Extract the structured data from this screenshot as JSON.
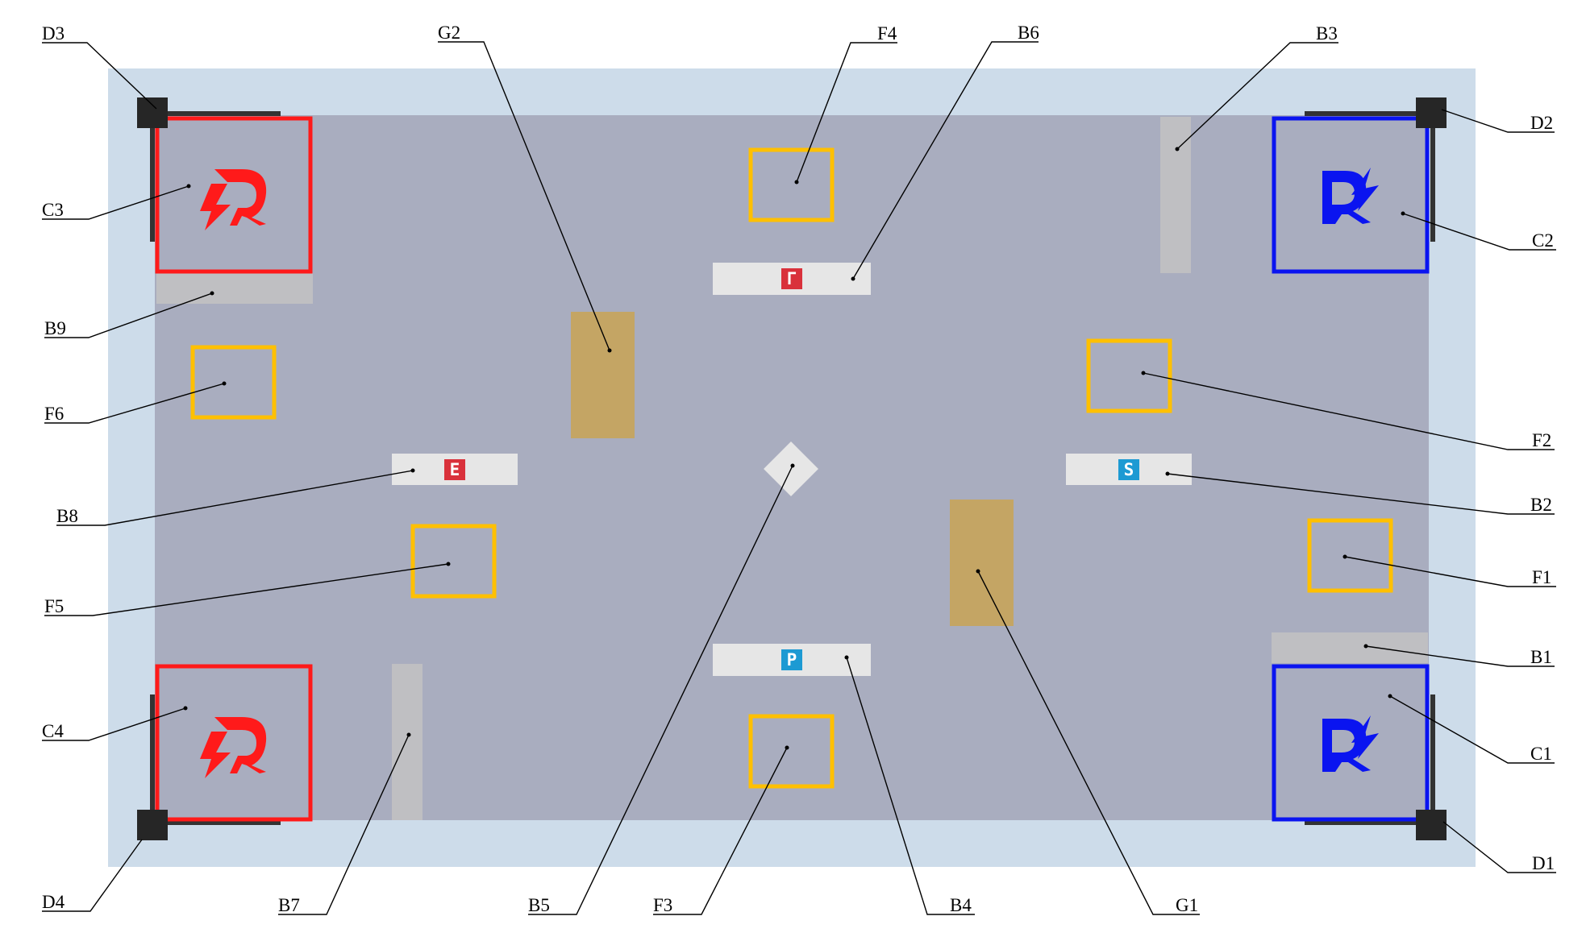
{
  "labels": {
    "D3": "D3",
    "G2": "G2",
    "F4": "F4",
    "B6": "B6",
    "B3": "B3",
    "D2": "D2",
    "C3": "C3",
    "C2": "C2",
    "B9": "B9",
    "F6": "F6",
    "F2": "F2",
    "B8": "B8",
    "B2": "B2",
    "F5": "F5",
    "F1": "F1",
    "B1": "B1",
    "C4": "C4",
    "C1": "C1",
    "D4": "D4",
    "B7": "B7",
    "B5": "B5",
    "F3": "F3",
    "B4": "B4",
    "G1": "G1",
    "D1": "D1"
  },
  "barrier_tags": {
    "B6": "Г",
    "B8": "E",
    "B2": "S",
    "B4": "P"
  },
  "colors": {
    "outer_border": "#cddcea",
    "arena_floor": "#a9adbf",
    "red_team": "#ff1a1a",
    "blue_team": "#0a14f0",
    "zone_yellow": "#ffc000",
    "barrier_gray": "#bfbfc2",
    "barrier_light": "#e6e6e6",
    "gold_block": "#c4a564",
    "corner_block": "#262626",
    "tag_red": "#d9313b",
    "tag_blue": "#1d9ad3"
  },
  "icons": {
    "red_base_logo": "red-robomaster-logo-icon",
    "blue_base_logo": "blue-robomaster-logo-icon"
  }
}
